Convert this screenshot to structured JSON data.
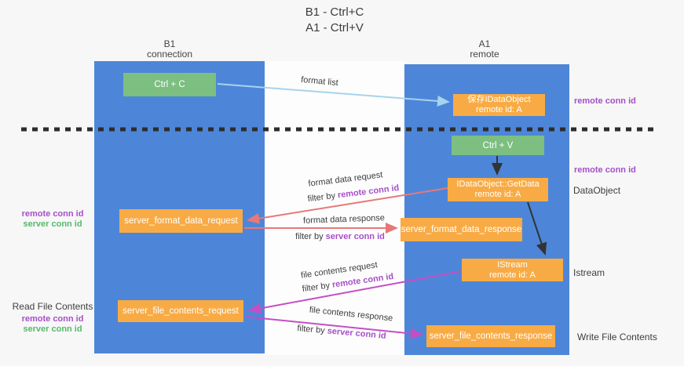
{
  "title": {
    "line1": "B1 - Ctrl+C",
    "line2": "A1 - Ctrl+V"
  },
  "lanes": {
    "left": {
      "title": "B1",
      "subtitle": "connection"
    },
    "right": {
      "title": "A1",
      "subtitle": "remote"
    }
  },
  "nodes": {
    "ctrl_c": {
      "label": "Ctrl + C"
    },
    "save_dataobject": {
      "line1": "保存IDataObject",
      "line2": "remote id: A"
    },
    "ctrl_v": {
      "label": "Ctrl + V"
    },
    "getdata": {
      "line1": "IDataObject::GetData",
      "line2": "remote id: A"
    },
    "server_format_data_request": {
      "label": "server_format_data_request"
    },
    "server_format_data_response": {
      "label": "server_format_data_response"
    },
    "istream": {
      "line1": "IStream",
      "line2": "remote id: A"
    },
    "server_file_contents_request": {
      "label": "server_file_contents_request"
    },
    "server_file_contents_response": {
      "label": "server_file_contents_response"
    }
  },
  "edges": {
    "format_list": {
      "label": "format list"
    },
    "format_data_request": {
      "label": "format data request",
      "filter_prefix": "filter by ",
      "filter_id": "remote conn id"
    },
    "format_data_response": {
      "label": "format data response",
      "filter_prefix": "filter by ",
      "filter_id": "server conn id"
    },
    "file_contents_request": {
      "label": "file contents request",
      "filter_prefix": "filter by ",
      "filter_id": "remote conn id"
    },
    "file_contents_response": {
      "label": "file contents response",
      "filter_prefix": "filter by ",
      "filter_id": "server conn id"
    }
  },
  "side_notes": {
    "right_remote_conn_top": "remote conn id",
    "right_remote_conn_mid": "remote conn id",
    "right_dataobject": "DataObject",
    "right_istream": "Istream",
    "right_write_file": "Write File Contents",
    "left_remote_conn_top": "remote conn id",
    "left_server_conn_top": "server conn id",
    "left_read_file": "Read File Contents",
    "left_remote_conn_bottom": "remote conn id",
    "left_server_conn_bottom": "server conn id"
  },
  "colors": {
    "lane_blue": "#4d86d8",
    "box_green": "#7cbf81",
    "box_orange": "#f8ab45",
    "arrow_light_blue": "#a6d3ee",
    "arrow_red": "#e87878",
    "arrow_magenta": "#c44fc4",
    "arrow_black": "#333333",
    "dashed_line": "#2d2d2d",
    "text_purple": "#a64fc8",
    "text_green": "#57b96a",
    "text_dark": "#3d3d3d",
    "background": "#f7f7f7"
  }
}
